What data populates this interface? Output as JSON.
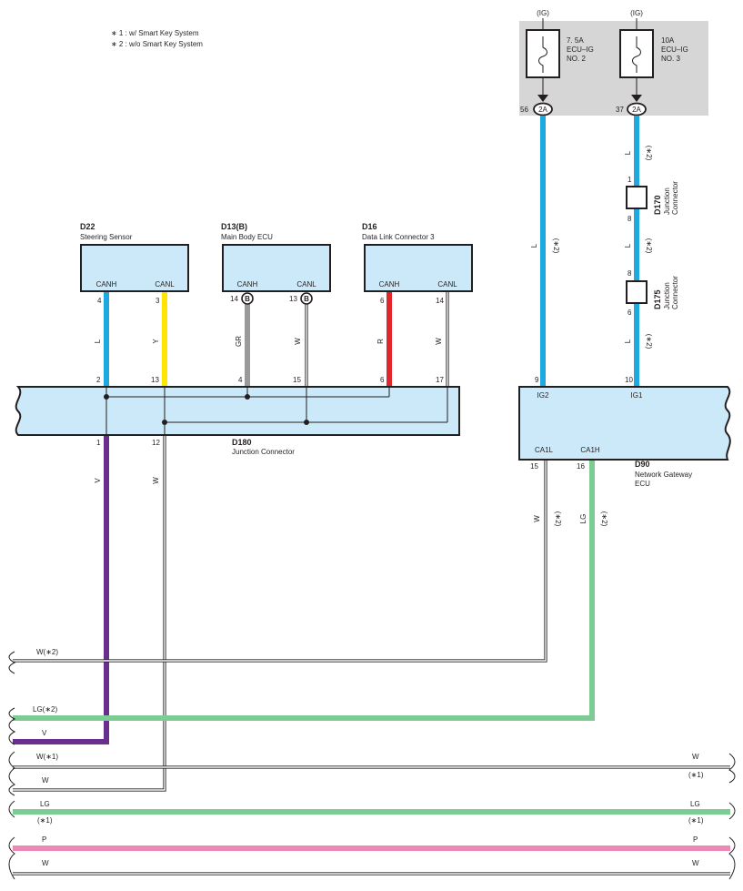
{
  "notes": [
    "∗ 1 : w/ Smart Key System",
    "∗ 2 : w/o Smart Key System"
  ],
  "fuses": [
    {
      "supply": "(IG)",
      "rating": "7. 5A",
      "name1": "ECU–IG",
      "name2": "NO. 2",
      "pin": "56",
      "connector": "2A"
    },
    {
      "supply": "(IG)",
      "rating": "10A",
      "name1": "ECU–IG",
      "name2": "NO. 3",
      "pin": "37",
      "connector": "2A"
    }
  ],
  "components": {
    "d22": {
      "code": "D22",
      "name": "Steering Sensor",
      "pin_a_label": "CANH",
      "pin_b_label": "CANL",
      "pin_a": "4",
      "pin_b": "3"
    },
    "d13": {
      "code": "D13(B)",
      "name": "Main Body ECU",
      "pin_a_label": "CANH",
      "pin_b_label": "CANL",
      "pin_a": "14",
      "pin_b": "13",
      "conn_tag": "B"
    },
    "d16": {
      "code": "D16",
      "name": "Data Link Connector 3",
      "pin_a_label": "CANH",
      "pin_b_label": "CANL",
      "pin_a": "6",
      "pin_b": "14"
    },
    "d180": {
      "code": "D180",
      "name": "Junction Connector",
      "top_pins": [
        "2",
        "13",
        "4",
        "15",
        "6",
        "17"
      ],
      "bottom_pins": [
        "1",
        "12"
      ]
    },
    "d90": {
      "code": "D90",
      "name_line1": "Network Gateway",
      "name_line2": "ECU",
      "ig2": "IG2",
      "ig1": "IG1",
      "pin_ig2": "9",
      "pin_ig1": "10",
      "ca1l": "CA1L",
      "ca1h": "CA1H",
      "pin_ca1l": "15",
      "pin_ca1h": "16"
    },
    "d170": {
      "code": "D170",
      "name_line1": "Junction",
      "name_line2": "Connector",
      "pin_top": "1",
      "pin_bottom": "8"
    },
    "d175": {
      "code": "D175",
      "name_line1": "Junction",
      "name_line2": "Connector",
      "pin_top": "8",
      "pin_bottom": "6"
    }
  },
  "wire_labels": {
    "d22_canh": "L",
    "d22_canl": "Y",
    "d13_canh": "GR",
    "d13_canl": "W",
    "d16_canh": "R",
    "d16_canl": "W",
    "d180_out1": "V",
    "d180_out12": "W",
    "ig2_feed": "L",
    "ig2_note": "(∗2)",
    "ig1_feed": "L",
    "ig1_note": "(∗2)",
    "ca1l": "W",
    "ca1l_note": "(∗2)",
    "ca1h": "LG",
    "ca1h_note": "(∗2)"
  },
  "bottom_wires": {
    "w_star2": "W(∗2)",
    "lg_star2": "LG(∗2)",
    "v": "V",
    "w_star1": "W(∗1)",
    "w_star1_right": "W",
    "w_star1_right_note": "(∗1)",
    "w": "W",
    "lg": "LG",
    "lg_note": "(∗1)",
    "lg_right": "LG",
    "lg_right_note": "(∗1)",
    "p": "P",
    "p_right": "P",
    "w2": "W",
    "w2_right": "W"
  },
  "colors": {
    "blue": "#1fa9e1",
    "yellow": "#ffe600",
    "gray": "#9a9a9a",
    "red": "#e3262b",
    "purple": "#6a2e8e",
    "lightgreen": "#7ccc94",
    "pink": "#ee88b4",
    "component_fill": "#cce9f9",
    "fuse_panel": "#d6d6d6"
  }
}
